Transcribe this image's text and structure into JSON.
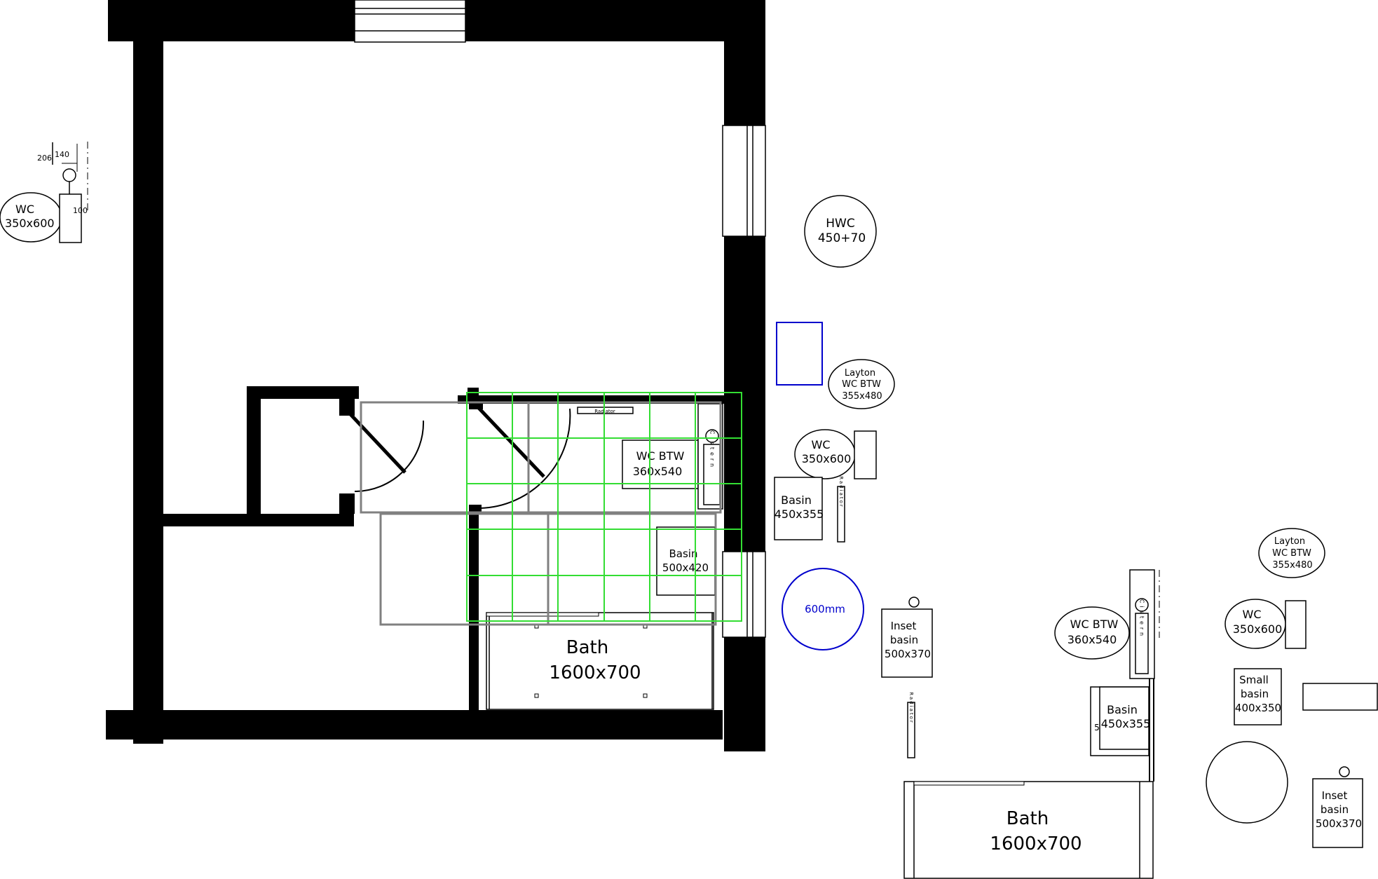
{
  "labels": {
    "wc_left_1": "WC",
    "wc_left_2": "350x600",
    "dim_206": "206",
    "dim_140": "140",
    "dim_100": "100",
    "hwc_1": "HWC",
    "hwc_2": "450+70",
    "layton_1_a": "Layton",
    "layton_1_b": "WC BTW",
    "layton_1_c": "355x480",
    "wc_mid_1": "WC",
    "wc_mid_2": "350x600",
    "basin_mid_1": "Basin",
    "basin_mid_2": "450x355",
    "radiator_mid": "Radiator",
    "circle_600": "600mm",
    "inset_mid_1": "Inset",
    "inset_mid_2": "basin",
    "inset_mid_3": "500x370",
    "radiator_low": "Radiator",
    "room_radiator": "Radiator",
    "room_wcbtw_1": "WC BTW",
    "room_wcbtw_2": "360x540",
    "room_cistern": "Cistern",
    "room_basin_1": "Basin",
    "room_basin_2": "500x420",
    "room_bath_1": "Bath",
    "room_bath_2": "1600x700",
    "wcbtw_right_1": "WC BTW",
    "wcbtw_right_2": "360x540",
    "cistern_right": "Cistern",
    "basin_right_1": "Basin",
    "basin_right_2": "450x355",
    "basin_right_5": "5",
    "bath_right_1": "Bath",
    "bath_right_2": "1600x700",
    "layton_2_a": "Layton",
    "layton_2_b": "WC BTW",
    "layton_2_c": "355x480",
    "wc_right_1": "WC",
    "wc_right_2": "350x600",
    "small_basin_1": "Small",
    "small_basin_2": "basin",
    "small_basin_3": "400x350",
    "inset_right_1": "Inset",
    "inset_right_2": "basin",
    "inset_right_3": "500x370"
  },
  "colors": {
    "wall": "#000000",
    "grid": "#33dd33",
    "overlay": "#808080",
    "blue": "#0000cc"
  }
}
